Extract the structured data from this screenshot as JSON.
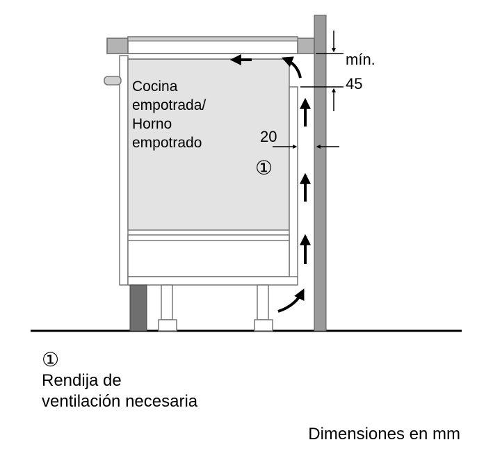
{
  "appliance": {
    "line1": "Cocina",
    "line2": "empotrada/",
    "line3": "Horno",
    "line4": "empotrado",
    "callout": "①"
  },
  "dimensions": {
    "min_word": "mín.",
    "min_value": "45",
    "gap_value": "20",
    "units": "Dimensiones en mm"
  },
  "legend": {
    "marker": "①",
    "line1": "Rendija de",
    "line2": "ventilación necesaria"
  }
}
